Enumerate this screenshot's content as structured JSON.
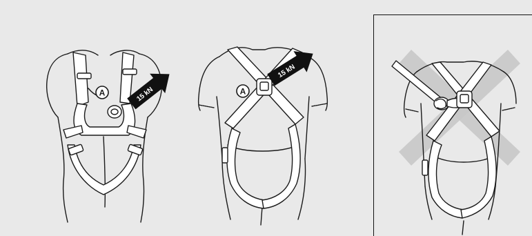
{
  "figures": [
    {
      "id": "front",
      "marker": "A",
      "force_label": "15 kN",
      "state": "correct"
    },
    {
      "id": "back",
      "marker": "A",
      "force_label": "15 kN",
      "state": "correct"
    },
    {
      "id": "back-incorrect",
      "state": "incorrect"
    }
  ],
  "colors": {
    "background": "#e9e9e9",
    "line": "#1a1a1a",
    "arrow": "#111111",
    "cross": "#c8c8c8"
  }
}
